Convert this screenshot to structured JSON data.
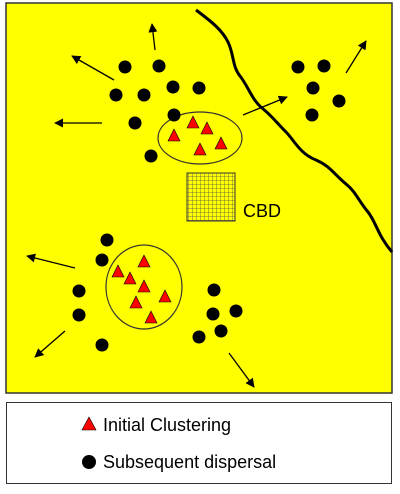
{
  "diagram": {
    "colors": {
      "background": "#ffff00",
      "triangle": "#ff0000",
      "dot": "#000000",
      "cbd_fill": "#ffffff",
      "grid": "#555555"
    },
    "cbd_label": "CBD"
  },
  "legend": {
    "initial_label": "Initial Clustering",
    "subsequent_label": "Subsequent dispersal"
  }
}
